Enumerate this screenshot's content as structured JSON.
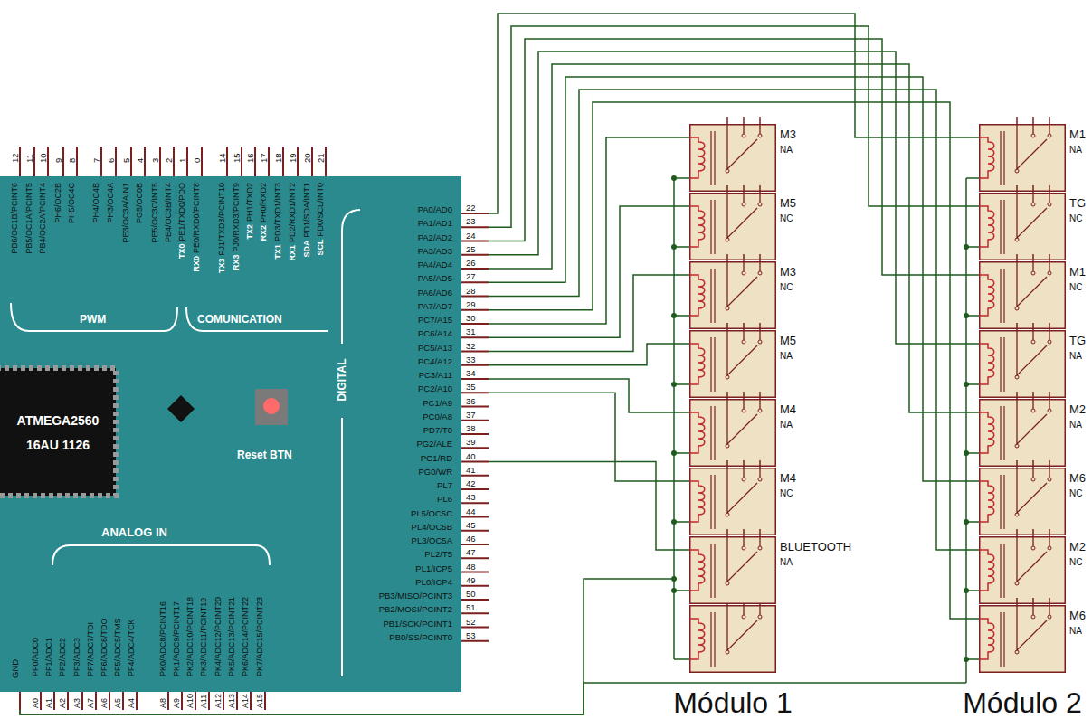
{
  "diagram": {
    "nodes": [
      {
        "text": [
          "PWM",
          "COMUNICATION",
          "DIGITAL",
          "ANALOG IN",
          "Reset BTN"
        ]
      },
      {
        "text": [
          "ATMEGA2560 16AU 1126"
        ],
        "in": 0
      },
      {
        "text": [
          "Módulo 1"
        ]
      },
      {
        "text": [
          "M3",
          "NA"
        ],
        "in": 2
      },
      {
        "text": [
          "M5",
          "NC"
        ],
        "in": 2
      },
      {
        "text": [
          "M3",
          "NC"
        ],
        "in": 2
      },
      {
        "text": [
          "M5",
          "NA"
        ],
        "in": 2
      },
      {
        "text": [
          "M4",
          "NA"
        ],
        "in": 2
      },
      {
        "text": [
          "M4",
          "NC"
        ],
        "in": 2
      },
      {
        "text": [
          "BLUETOOTH",
          "NA"
        ],
        "in": 2
      },
      {
        "text": [
          "Módulo 2"
        ]
      },
      {
        "text": [
          "M1",
          "NA"
        ],
        "in": 10
      },
      {
        "text": [
          "TG",
          "NC"
        ],
        "in": 10
      },
      {
        "text": [
          "M1",
          "NC"
        ],
        "in": 10
      },
      {
        "text": [
          "TG",
          "NA"
        ],
        "in": 10
      },
      {
        "text": [
          "M2",
          "NA"
        ],
        "in": 10
      },
      {
        "text": [
          "M6",
          "NC"
        ],
        "in": 10
      },
      {
        "text": [
          "M2",
          "NC"
        ],
        "in": 10
      },
      {
        "text": [
          "M6",
          "NA"
        ],
        "in": 10
      }
    ],
    "edges": [
      {
        "from": 0,
        "to": 11,
        "arrow": "none"
      },
      {
        "from": 0,
        "to": 12,
        "arrow": "none"
      },
      {
        "from": 0,
        "to": 13,
        "arrow": "none"
      },
      {
        "from": 0,
        "to": 14,
        "arrow": "none"
      },
      {
        "from": 0,
        "to": 15,
        "arrow": "none"
      },
      {
        "from": 0,
        "to": 16,
        "arrow": "none"
      },
      {
        "from": 0,
        "to": 17,
        "arrow": "none"
      },
      {
        "from": 0,
        "to": 18,
        "arrow": "none"
      },
      {
        "from": 0,
        "to": 3,
        "arrow": "none"
      },
      {
        "from": 0,
        "to": 4,
        "arrow": "none"
      },
      {
        "from": 0,
        "to": 5,
        "arrow": "none"
      },
      {
        "from": 0,
        "to": 6,
        "arrow": "none"
      },
      {
        "from": 0,
        "to": 7,
        "arrow": "none"
      },
      {
        "from": 0,
        "to": 8,
        "arrow": "none"
      },
      {
        "from": 0,
        "to": 9,
        "arrow": "none"
      },
      {
        "from": 0,
        "to": 2,
        "arrow": "none"
      },
      {
        "from": 0,
        "to": 10,
        "arrow": "none"
      }
    ],
    "labels": [
      "12",
      "11",
      "10",
      "9",
      "8",
      "7",
      "6",
      "5",
      "4",
      "3",
      "2",
      "1",
      "0",
      "14",
      "15",
      "16",
      "17",
      "18",
      "19",
      "20",
      "21",
      "PB6/OC1B/PCINT6",
      "PB5/OC1A/PCINT5",
      "PB4/OC2A/PCINT4",
      "PH6/OC2B",
      "PH5/OC4C",
      "PH4/OC4B",
      "PH3/OC4A",
      "PE3/OC3A/AIN1",
      "PG5/OC0B",
      "PE5/OC3C/INT5",
      "PE4/OC3B/INT4",
      "TX0",
      "PE1/TXD0/PDO",
      "RX0",
      "PE0/RXD0/PCINT8",
      "TX3",
      "PJ1/TXD3/PCINT10",
      "RX3",
      "PJ0/RXD3/PCINT9",
      "TX2",
      "PH1/TXD2",
      "RX2",
      "PH0/RXD2",
      "TX1",
      "PD3/TXD1/INT3",
      "RX1",
      "PD2/RXD1/INT2",
      "SDA",
      "PD1/SDA/INT1",
      "SCL",
      "PD0/SCL/INT0",
      "PA0/AD0",
      "PA1/AD1",
      "PA2/AD2",
      "PA3/AD3",
      "PA4/AD4",
      "PA5/AD5",
      "PA6/AD6",
      "PA7/AD7",
      "PC7/A15",
      "PC6/A14",
      "PC5/A13",
      "PC4/A12",
      "PC3/A11",
      "PC2/A10",
      "PC1/A9",
      "PC0/A8",
      "PD7/T0",
      "PG2/ALE",
      "PG1/RD",
      "PG0/WR",
      "PL7",
      "PL6",
      "PL5/OC5C",
      "PL4/OC5B",
      "PL3/OC5A",
      "PL2/T5",
      "PL1/ICP5",
      "PL0/ICP4",
      "PB3/MISO/PCINT3",
      "PB2/MOSI/PCINT2",
      "PB1/SCK/PCINT1",
      "PB0/SS/PCINT0",
      "22",
      "23",
      "24",
      "25",
      "26",
      "27",
      "28",
      "29",
      "30",
      "31",
      "32",
      "33",
      "34",
      "35",
      "36",
      "37",
      "38",
      "39",
      "40",
      "41",
      "42",
      "43",
      "44",
      "45",
      "46",
      "47",
      "48",
      "49",
      "50",
      "51",
      "52",
      "53",
      "GND",
      "PF0/ADC0",
      "PF1/ADC1",
      "PF2/ADC2",
      "PF3/ADC3",
      "PF7/ADC7/TDI",
      "PF6/ADC6/TDO",
      "PF5/ADC5/TMS",
      "PF4/ADC4/TCK",
      "PK0/ADC8/PCINT16",
      "PK1/ADC9/PCINT17",
      "PK2/ADC10/PCINT18",
      "PK3/ADC11/PCINT19",
      "PK4/ADC12/PCINT20",
      "PK5/ADC13/PCINT21",
      "PK6/ADC14/PCINT22",
      "PK7/ADC15/PCINT23",
      "A0",
      "A1",
      "A2",
      "A3",
      "A7",
      "A6",
      "A5",
      "A4",
      "A8",
      "A9",
      "A10",
      "A11",
      "A12",
      "A13",
      "A14",
      "A15"
    ]
  }
}
